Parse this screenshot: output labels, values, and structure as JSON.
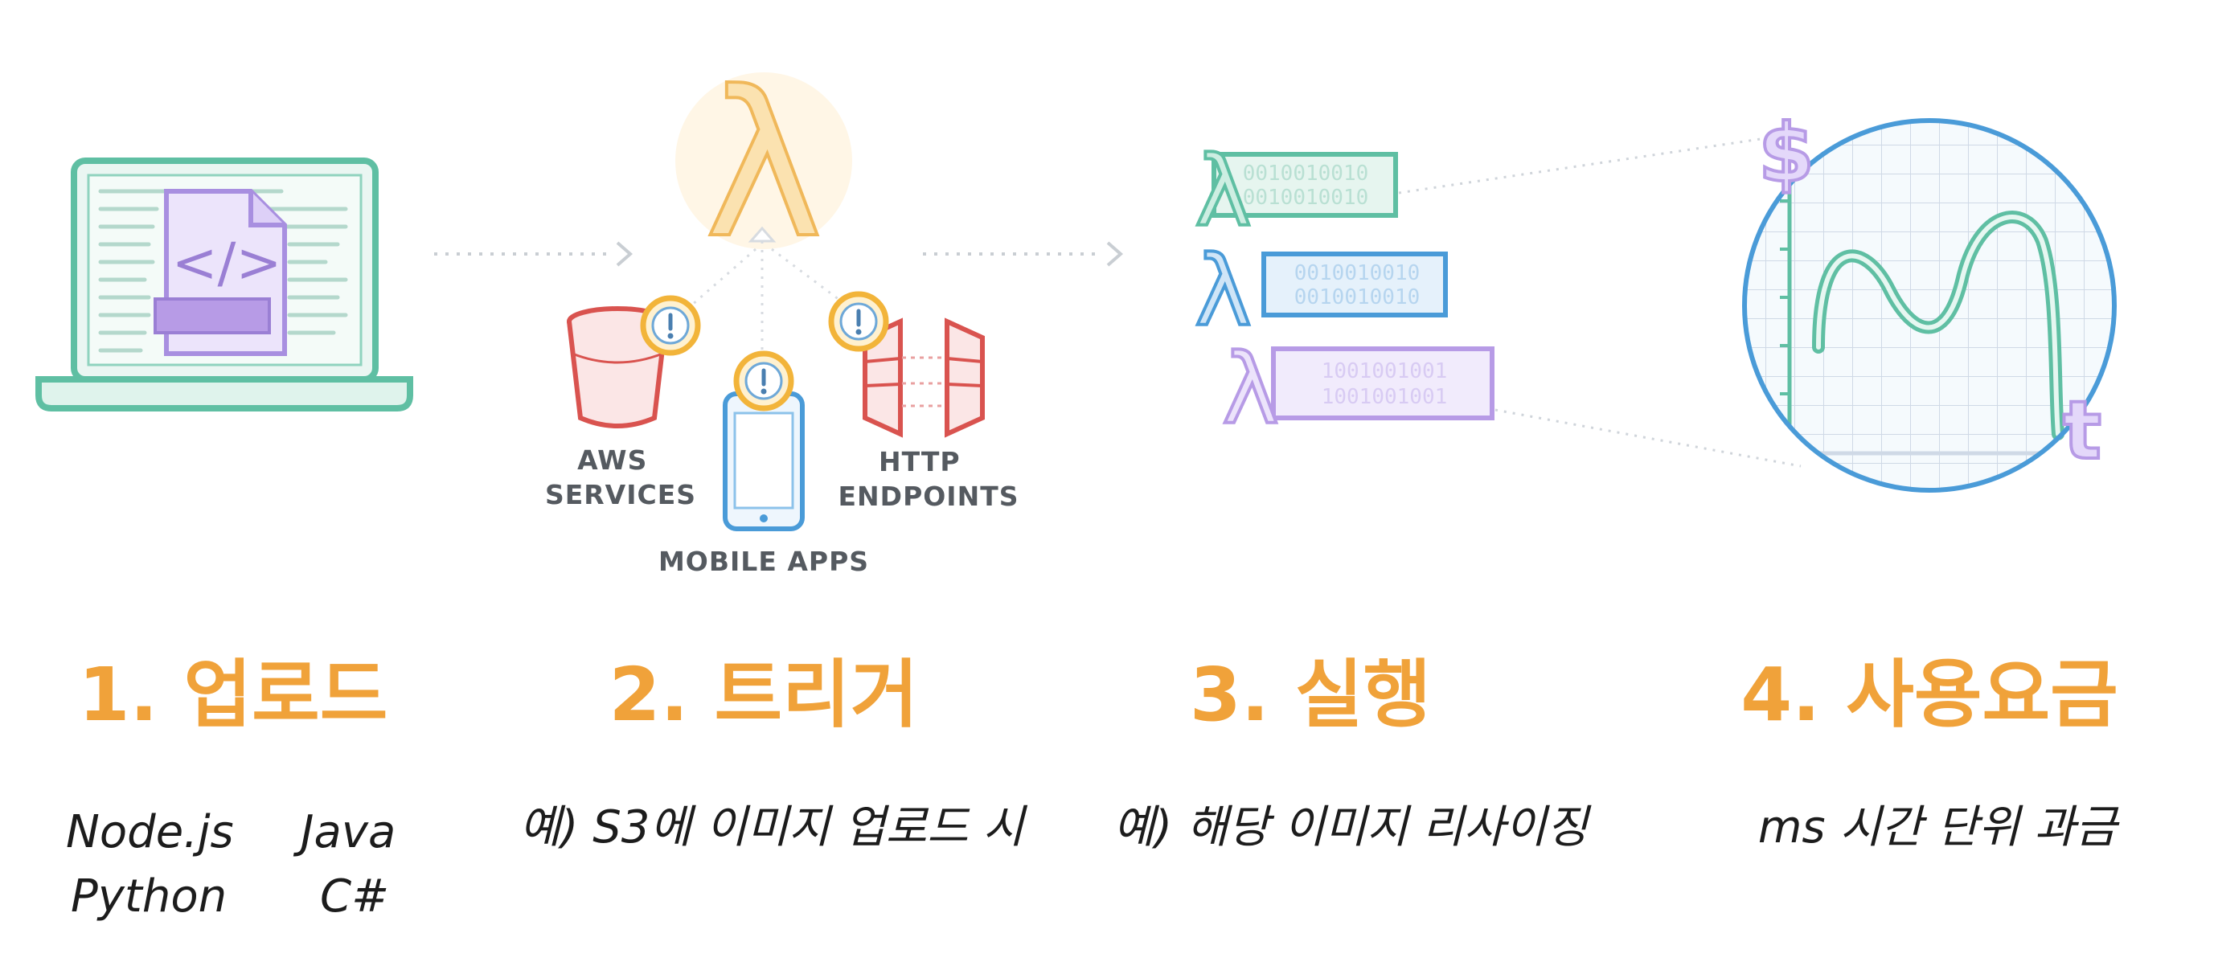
{
  "diagram": {
    "trigger_sources": {
      "aws_services": [
        "AWS",
        "SERVICES"
      ],
      "mobile_apps": "MOBILE APPS",
      "http_endpoints": [
        "HTTP",
        "ENDPOINTS"
      ]
    },
    "binary_strips": [
      [
        "0010010010",
        "0010010010"
      ],
      [
        "0010010010",
        "0010010010"
      ],
      [
        "1001001001",
        "1001001001"
      ]
    ],
    "pricing_axis": {
      "currency_symbol": "$",
      "time_symbol": "t"
    },
    "lambda_symbol": "λ",
    "code_symbol": "</>"
  },
  "steps": [
    {
      "title": "1. 업로드",
      "desc_lines": [
        "Node.js",
        "Java",
        "Python",
        "C#"
      ]
    },
    {
      "title": "2. 트리거",
      "desc": "예) S3에 이미지 업로드 시"
    },
    {
      "title": "3. 실행",
      "desc": "예) 해당 이미지 리사이징"
    },
    {
      "title": "4. 사용요금",
      "desc": "ms 시간 단위 과금"
    }
  ],
  "colors": {
    "accent_orange": "#f0a23a",
    "teal": "#5fbfa3",
    "blue": "#4a9bd8",
    "purple": "#b79be6",
    "red": "#d9534f",
    "alert_yellow": "#f2b43a"
  },
  "icons": {
    "laptop": "laptop-icon",
    "code_file": "code-file-icon",
    "lambda": "lambda-icon",
    "bucket": "s3-bucket-icon",
    "phone": "mobile-phone-icon",
    "endpoint": "http-endpoint-icon",
    "alert": "alert-icon",
    "chart": "billing-chart-icon"
  }
}
